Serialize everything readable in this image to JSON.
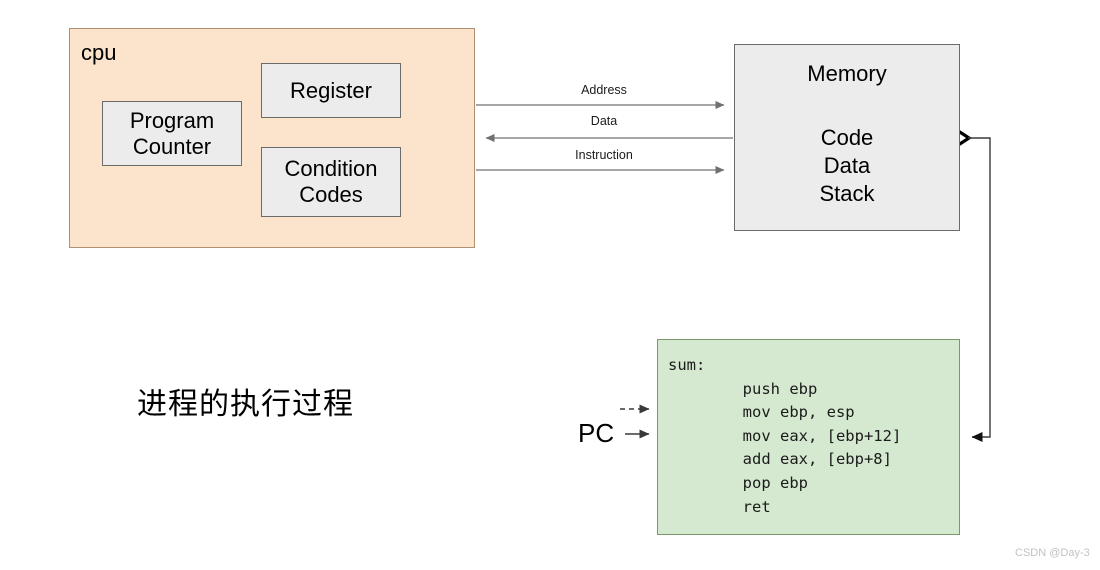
{
  "diagram": {
    "title_caption": "进程的执行过程",
    "watermark": "CSDN @Day-3"
  },
  "cpu": {
    "label": "cpu",
    "bg_color": "#fce3cc",
    "border_color": "#b09070",
    "components": [
      {
        "name": "program-counter",
        "label": "Program\nCounter"
      },
      {
        "name": "register",
        "label": "Register"
      },
      {
        "name": "condition-codes",
        "label": "Condition\nCodes"
      }
    ],
    "program_counter_label": "Program Counter",
    "register_label": "Register",
    "condition_codes_label": "Condition Codes"
  },
  "memory": {
    "title": "Memory",
    "bg_color": "#ececec",
    "border_color": "#6b6b6b",
    "segments": [
      "Code",
      "Data",
      "Stack"
    ],
    "segment_code": "Code",
    "segment_data": "Data",
    "segment_stack": "Stack"
  },
  "buses": [
    {
      "name": "address-bus",
      "label": "Address",
      "direction": "cpu-to-memory"
    },
    {
      "name": "data-bus",
      "label": "Data",
      "direction": "memory-to-cpu"
    },
    {
      "name": "instruction-bus",
      "label": "Instruction",
      "direction": "cpu-to-memory"
    }
  ],
  "bus_labels": {
    "address": "Address",
    "data": "Data",
    "instruction": "Instruction"
  },
  "code_block": {
    "bg_color": "#d5e8d0",
    "border_color": "#7a9a6e",
    "pointer_label": "PC",
    "lines": [
      "sum:",
      "        push ebp",
      "        mov ebp, esp",
      "        mov eax, [ebp+12]",
      "        add eax, [ebp+8]",
      "        pop ebp",
      "        ret"
    ],
    "listing_text": "sum:\n        push ebp\n        mov ebp, esp\n        mov eax, [ebp+12]\n        add eax, [ebp+8]\n        pop ebp\n        ret"
  }
}
